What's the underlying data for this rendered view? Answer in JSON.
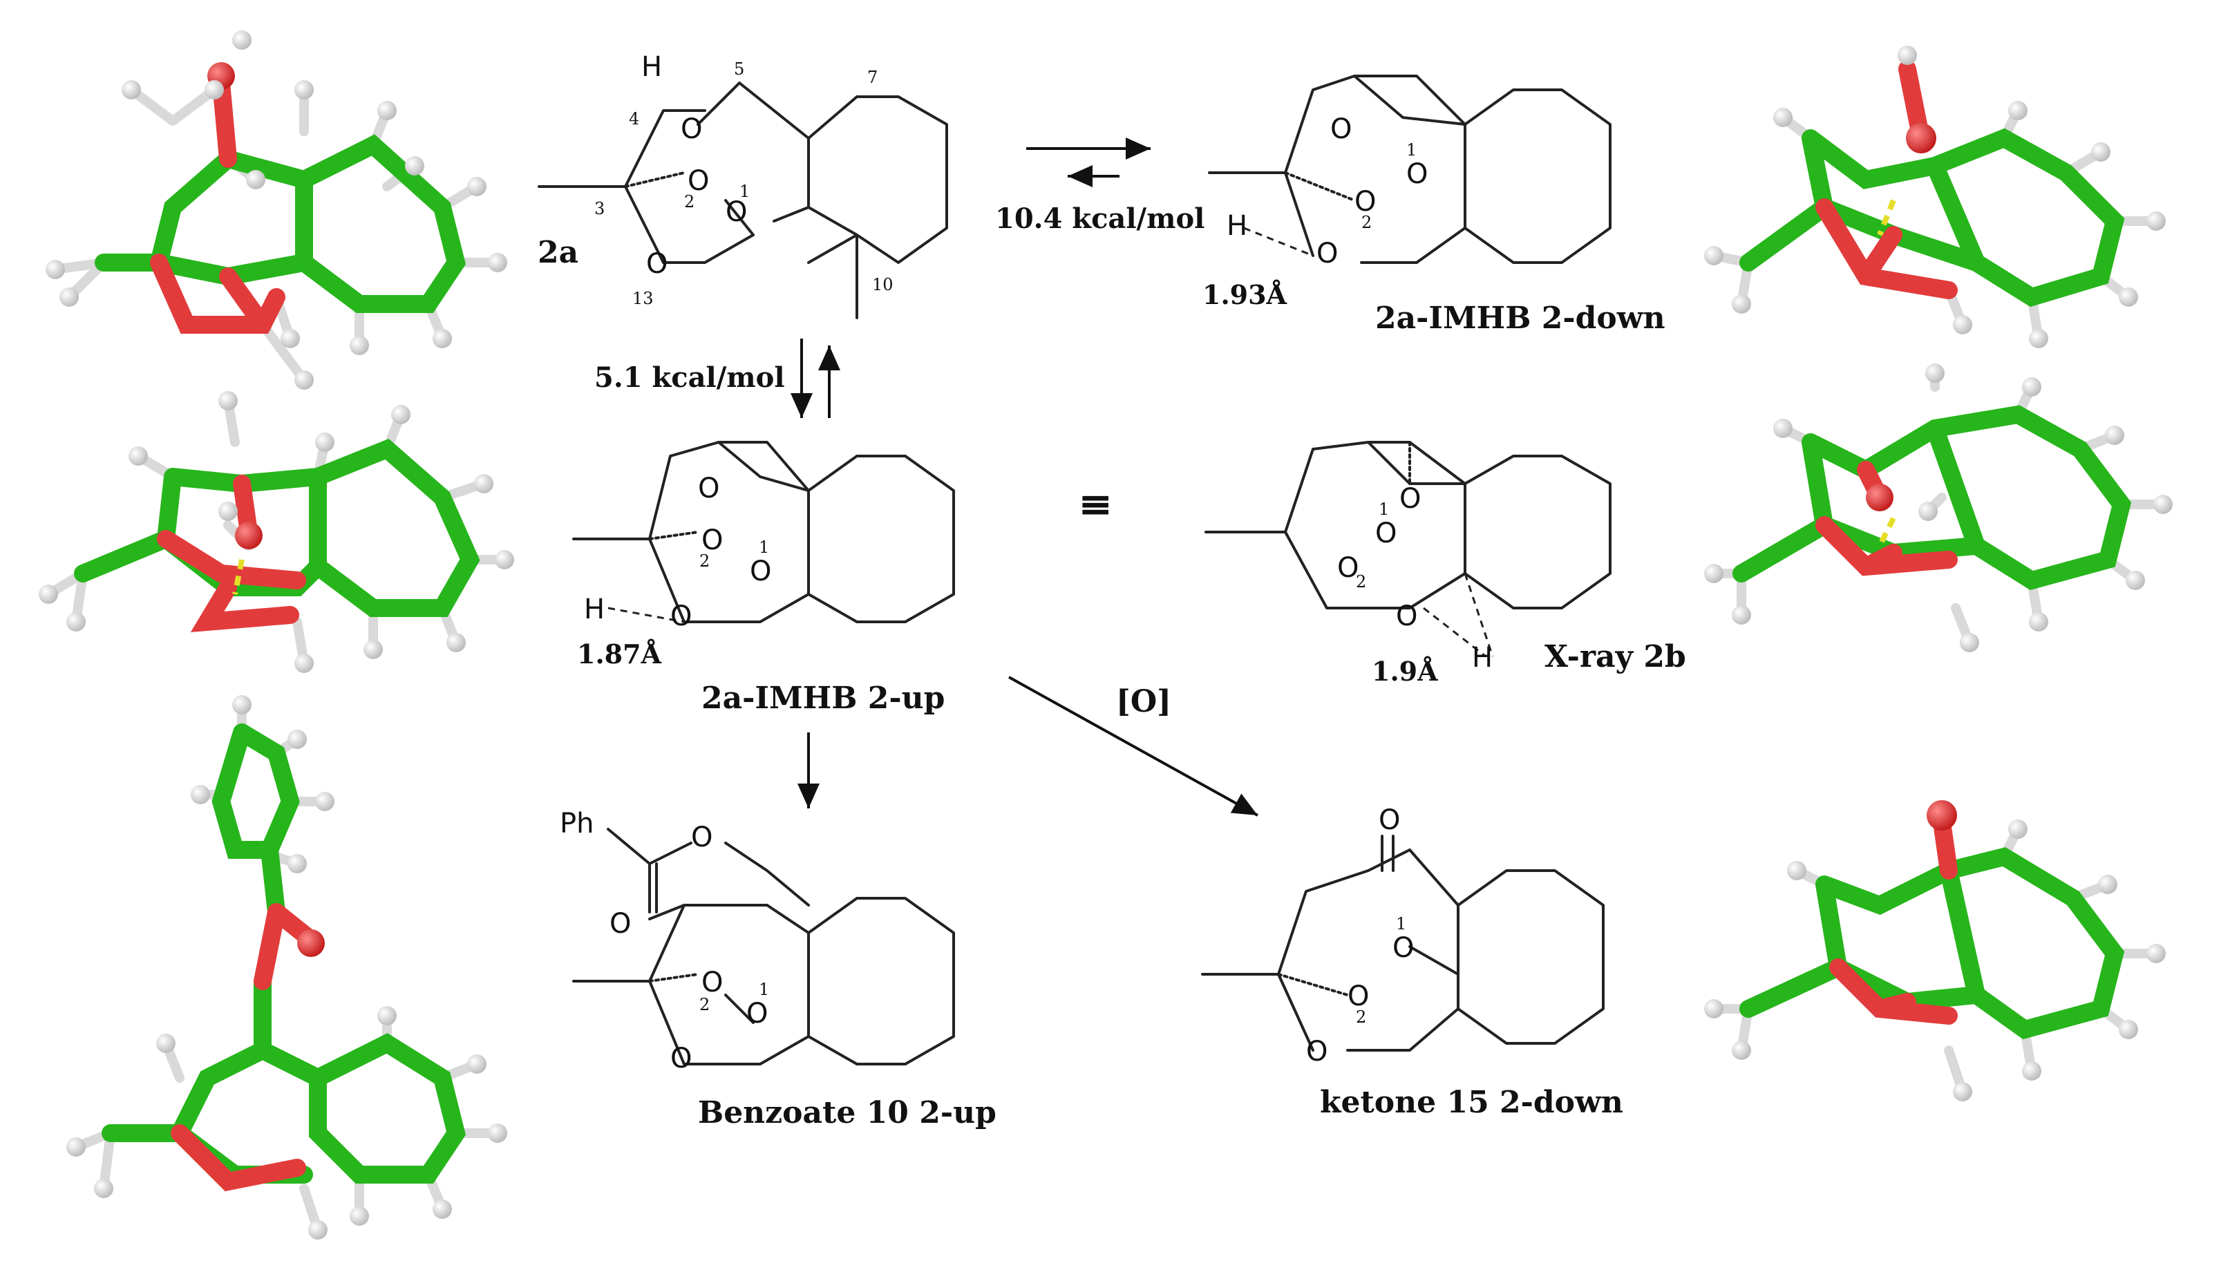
{
  "structures": {
    "s2a": {
      "label": "2a",
      "atoms": {
        "H": "H",
        "O_a": "O",
        "O_b": "O",
        "O_c": "O",
        "O_d": "O"
      },
      "numbers": {
        "n1": "1",
        "n2": "2",
        "n3": "3",
        "n4": "4",
        "n5": "5",
        "n7": "7",
        "n10": "10",
        "n13": "13"
      }
    },
    "s2down": {
      "label": "2a-IMHB 2-down",
      "distance": "1.93Å",
      "atoms": {
        "H": "H",
        "O_a": "O",
        "O_b": "O",
        "O_c": "O",
        "O_d": "O"
      },
      "numbers": {
        "n1": "1",
        "n2": "2"
      }
    },
    "s2up": {
      "label": "2a-IMHB 2-up",
      "distance": "1.87Å",
      "atoms": {
        "H": "H",
        "O_a": "O",
        "O_b": "O",
        "O_c": "O",
        "O_d": "O"
      },
      "numbers": {
        "n1": "1",
        "n2": "2"
      }
    },
    "sxray": {
      "label": "X-ray 2b",
      "distance": "1.9Å",
      "atoms": {
        "H": "H",
        "O_a": "O",
        "O_b": "O",
        "O_c": "O",
        "O_d": "O"
      },
      "numbers": {
        "n1": "1",
        "n2": "2"
      }
    },
    "sbenz": {
      "label": "Benzoate 10 2-up",
      "atoms": {
        "Ph": "Ph",
        "O_e": "O",
        "O_f": "O",
        "O_b": "O",
        "O_c": "O",
        "O_d": "O"
      },
      "numbers": {
        "n1": "1",
        "n2": "2"
      }
    },
    "sket": {
      "label": "ketone 15 2-down",
      "atoms": {
        "O_k": "O",
        "O_b": "O",
        "O_c": "O",
        "O_d": "O"
      },
      "numbers": {
        "n1": "1",
        "n2": "2"
      }
    }
  },
  "arrows": {
    "equilibrium_h": "10.4 kcal/mol",
    "equilibrium_v": "5.1 kcal/mol",
    "oxidation": "[O]",
    "identity_symbol": "≡"
  },
  "colors": {
    "carbon": "#27b51c",
    "oxygen": "#e23b3b",
    "hydrogen": "#d9d9d9",
    "hbond": "#e6dd2a"
  }
}
